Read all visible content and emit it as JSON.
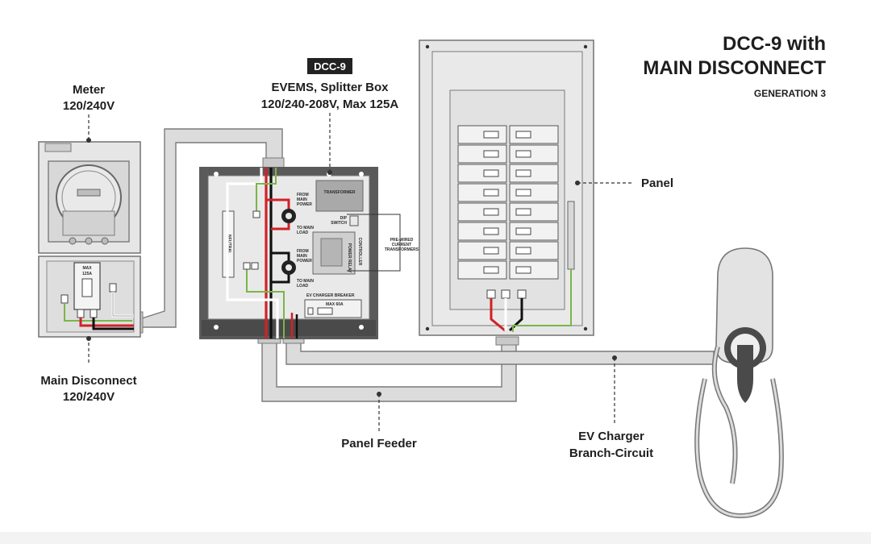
{
  "title": {
    "line1": "DCC-9 with",
    "line2": "MAIN DISCONNECT",
    "subtitle": "GENERATION 3"
  },
  "meter": {
    "label_line1": "Meter",
    "label_line2": "120/240V"
  },
  "main_disconnect": {
    "label_line1": "Main Disconnect",
    "label_line2": "120/240V",
    "breaker_line1": "MAX",
    "breaker_line2": "125A"
  },
  "dcc9": {
    "badge": "DCC-9",
    "label_line1": "EVEMS, Splitter Box",
    "label_line2": "120/240-208V, Max 125A",
    "neutral": "NEUTRAL",
    "transformer": "TRANSFORMER",
    "from_main_power_1a": "FROM",
    "from_main_power_1b": "MAIN",
    "from_main_power_1c": "POWER",
    "to_main_load_1a": "TO MAIN",
    "to_main_load_1b": "LOAD",
    "from_main_power_2a": "FROM",
    "from_main_power_2b": "MAIN",
    "from_main_power_2c": "POWER",
    "to_main_load_2a": "TO MAIN",
    "to_main_load_2b": "LOAD",
    "dip_switch_a": "DIP",
    "dip_switch_b": "SWITCH",
    "controller": "CONTROLLER",
    "power_relay": "POWER RELAY",
    "ct_label_line1": "PRE-WIRED",
    "ct_label_line2": "CURRENT",
    "ct_label_line3": "TRANSFORMERS",
    "ev_breaker_title": "EV CHARGER BREAKER",
    "ev_breaker_max": "MAX 60A"
  },
  "labels": {
    "panel": "Panel",
    "panel_feeder": "Panel Feeder",
    "ev_branch_line1": "EV Charger",
    "ev_branch_line2": "Branch-Circuit"
  },
  "colors": {
    "wire_red": "#d32027",
    "wire_black": "#111111",
    "wire_white": "#ffffff",
    "wire_green": "#7ab648",
    "conduit": "#dcdcdc",
    "housing": "#4a4a4a",
    "badge_bg": "#222222"
  }
}
